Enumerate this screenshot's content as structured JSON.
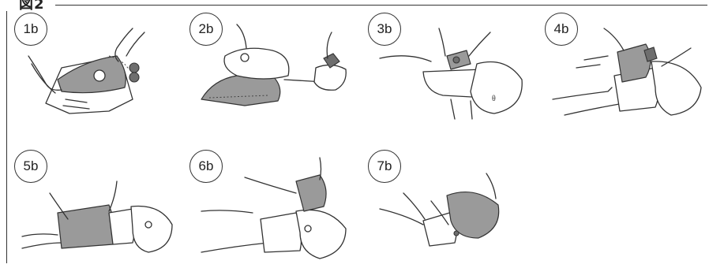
{
  "figure": {
    "label": "図2",
    "steps": [
      {
        "id": "1b",
        "label": "1b"
      },
      {
        "id": "2b",
        "label": "2b"
      },
      {
        "id": "3b",
        "label": "3b"
      },
      {
        "id": "4b",
        "label": "4b"
      },
      {
        "id": "5b",
        "label": "5b"
      },
      {
        "id": "6b",
        "label": "6b"
      },
      {
        "id": "7b",
        "label": "7b"
      }
    ]
  }
}
